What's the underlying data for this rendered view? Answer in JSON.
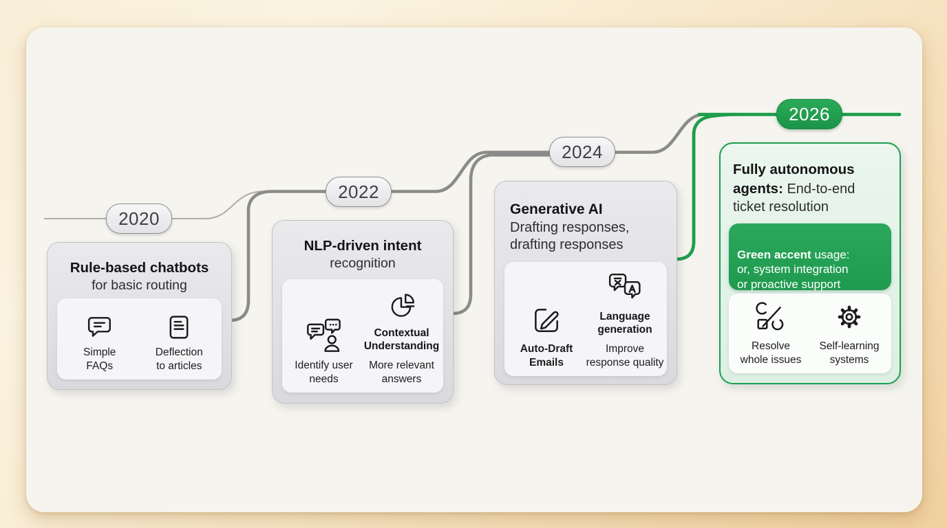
{
  "style": {
    "outer_bg_top_left": "#f9eed7",
    "outer_bg_bottom_right": "#f1d0a0",
    "canvas_bg": "#f6f4ee",
    "thin_line_gray": "#b3b1ac",
    "thick_line_gray": "#8b8b89",
    "accent_green": "#1f9e4d",
    "green_card_bg": "#e7f4ea",
    "gray_card_bg": "#e4e4e7",
    "inner_box_bg": "#f5f5f7",
    "pill_text": "#3f3f44",
    "pill_green_text": "#ffffff"
  },
  "timeline": {
    "milestones": [
      {
        "year": "2020",
        "card": {
          "title_bold": "Rule-based chatbots",
          "title_rest": "for basic routing",
          "items": [
            {
              "icon": "chat-lines-icon",
              "label": "Simple\nFAQs"
            },
            {
              "icon": "article-icon",
              "label": "Deflection\nto articles"
            }
          ]
        }
      },
      {
        "year": "2022",
        "card": {
          "title_bold": "NLP-driven intent",
          "title_rest": "recognition",
          "items": [
            {
              "icon": "chat-person-icon",
              "label": "Identify user\nneeds"
            },
            {
              "icon": "pie-chart-icon",
              "sublabel": "Contextual\nUnderstanding",
              "label": "More relevant\nanswers"
            }
          ]
        }
      },
      {
        "year": "2024",
        "card": {
          "title_bold": "Generative AI",
          "title_rest": "Drafting responses,\ndrafting responses",
          "items": [
            {
              "icon": "edit-draft-icon",
              "label": "Auto-Draft\nEmails"
            },
            {
              "icon": "translate-icon",
              "sublabel": "Language\ngeneration",
              "label": "Improve\nresponse quality"
            }
          ]
        }
      },
      {
        "year": "2026",
        "card": {
          "title_bold": "Fully autonomous agents:",
          "title_rest": " End-to-end ticket resolution",
          "highlight_bold": "Green accent",
          "highlight_rest": " usage:\nor, system integration\nor proactive support",
          "items": [
            {
              "icon": "resolve-icon",
              "label": "Resolve\nwhole issues"
            },
            {
              "icon": "gear-icon",
              "label": "Self-learning\nsystems"
            }
          ]
        }
      }
    ]
  }
}
